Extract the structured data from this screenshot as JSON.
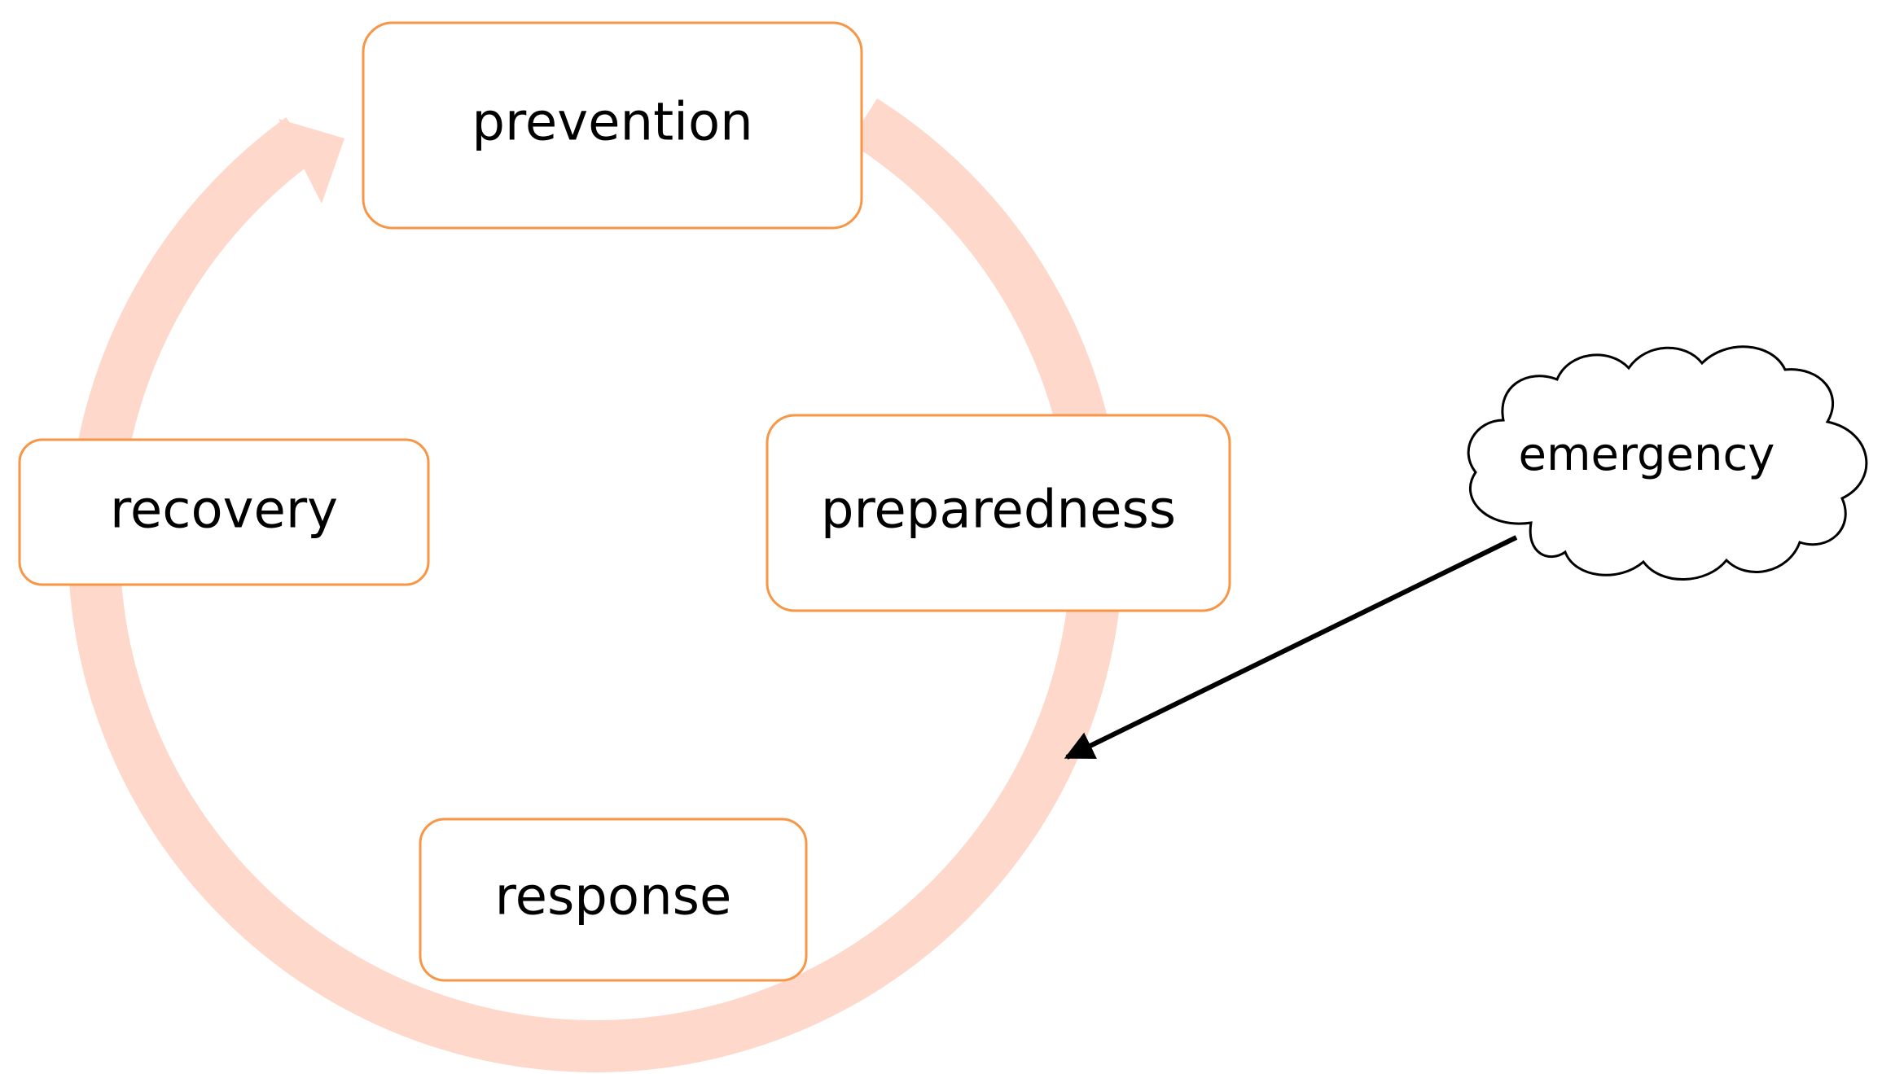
{
  "diagram": {
    "stages": {
      "prevention": "prevention",
      "preparedness": "preparedness",
      "response": "response",
      "recovery": "recovery"
    },
    "event": "emergency"
  },
  "colors": {
    "cycle_ring": "#fdd8cb",
    "box_border": "#f79646",
    "box_fill": "#ffffff",
    "event_arrow": "#000000",
    "cloud_stroke": "#000000"
  }
}
